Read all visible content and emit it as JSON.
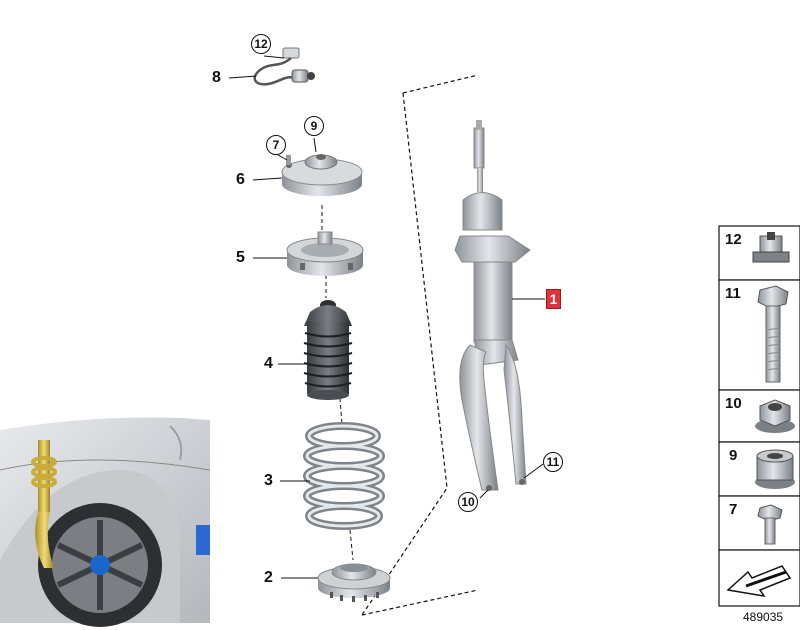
{
  "diagram": {
    "callouts": {
      "c1": "1",
      "c2": "2",
      "c3": "3",
      "c4": "4",
      "c5": "5",
      "c6": "6",
      "c7": "7",
      "c8": "8",
      "c9": "9",
      "c10": "10",
      "c11": "11",
      "c12": "12"
    },
    "side_panel": [
      "12",
      "11",
      "10",
      "9",
      "7"
    ],
    "reference_number": "489035",
    "highlight_color": "#e0343a"
  }
}
